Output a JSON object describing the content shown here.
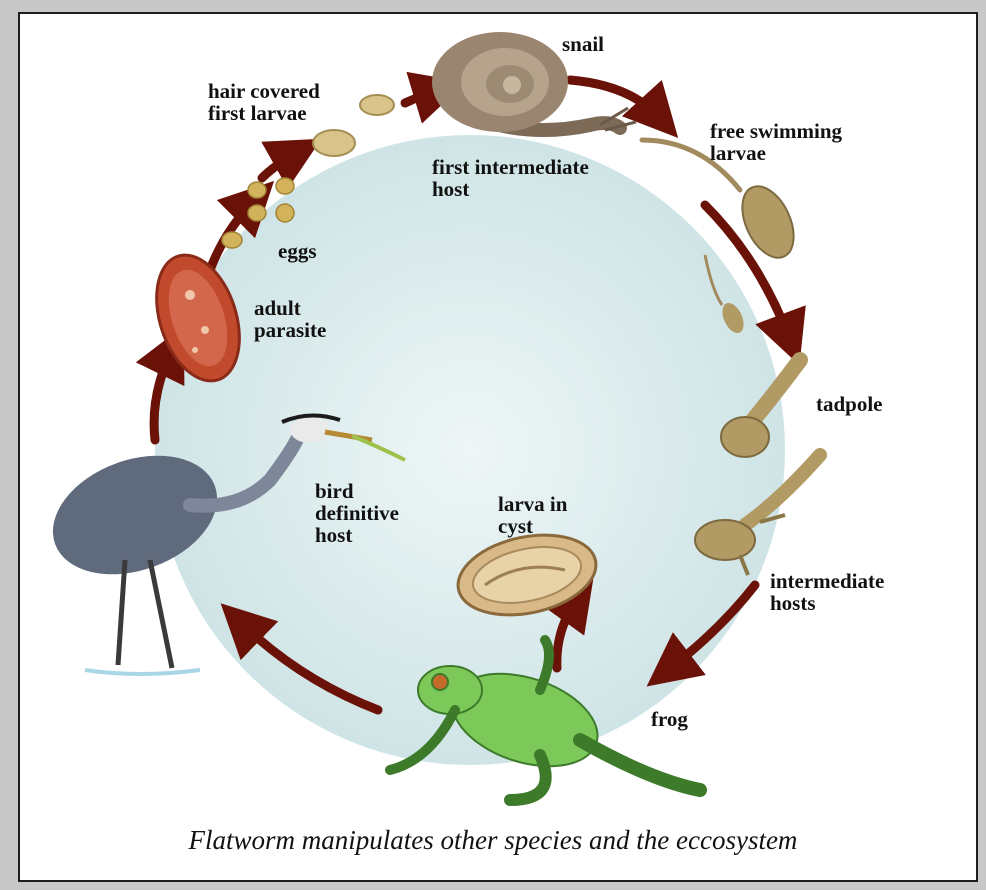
{
  "labels": {
    "snail": "snail",
    "hair_larvae": "hair covered\nfirst larvae",
    "first_host": "first intermediate\nhost",
    "free_larvae": "free swimming\nlarvae",
    "eggs": "eggs",
    "adult": "adult\nparasite",
    "tadpole": "tadpole",
    "bird": "bird\ndefinitive\nhost",
    "cyst": "larva in\ncyst",
    "intermediate": "intermediate\nhosts",
    "frog": "frog"
  },
  "caption": "Flatworm manipulates other species and the eccosystem",
  "colors": {
    "arrow": "#6b1208",
    "circle": "#dfeeee",
    "snail": "#8f7c66",
    "parasite": "#c24a2c",
    "egg": "#d2b25a",
    "tadpole": "#b19a63",
    "frog": "#7cc95a",
    "heron": "#5f6a7d",
    "cyst": "#d8b987"
  }
}
